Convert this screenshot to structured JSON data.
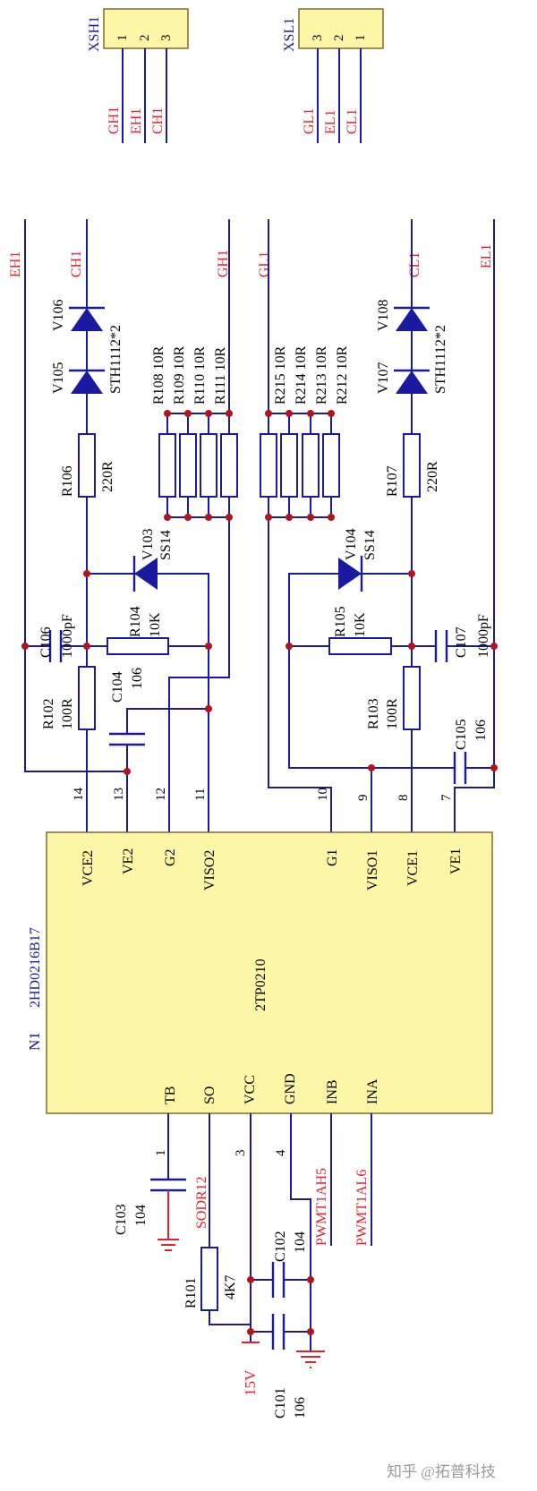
{
  "nets": {
    "xsh1_wires": [
      "GH1",
      "EH1",
      "CH1"
    ],
    "xsl1_wires": [
      "GL1",
      "EL1",
      "CL1"
    ],
    "top": [
      "EH1",
      "CH1",
      "GH1",
      "GL1",
      "CL1",
      "EL1"
    ],
    "bottom": [
      "15V",
      "SODR12",
      "PWMT1AH5",
      "PWMT1AL6"
    ]
  },
  "connectors": [
    {
      "ref": "XSH1",
      "pins": [
        "1",
        "2",
        "3"
      ]
    },
    {
      "ref": "XSL1",
      "pins": [
        "3",
        "2",
        "1"
      ]
    }
  ],
  "chip": {
    "ref": "N1",
    "part": "2HD0216B17",
    "core": "2TP0210",
    "top_pins": [
      {
        "num": "14",
        "name": "VCE2"
      },
      {
        "num": "13",
        "name": "VE2"
      },
      {
        "num": "12",
        "name": "G2"
      },
      {
        "num": "11",
        "name": "VISO2"
      },
      {
        "num": "10",
        "name": "G1"
      },
      {
        "num": "9",
        "name": "VISO1"
      },
      {
        "num": "8",
        "name": "VCE1"
      },
      {
        "num": "7",
        "name": "VE1"
      }
    ],
    "bottom_pins": [
      {
        "num": "1",
        "name": "TB"
      },
      {
        "num": "",
        "name": "SO"
      },
      {
        "num": "3",
        "name": "VCC"
      },
      {
        "num": "4",
        "name": "GND"
      },
      {
        "num": "",
        "name": "INB"
      },
      {
        "num": "",
        "name": "INA"
      }
    ]
  },
  "components": {
    "V105": "V105",
    "V106": "V106",
    "STH_hi": "STH1112*2",
    "V107": "V107",
    "V108": "V108",
    "STH_lo": "STH1112*2",
    "R106": "R106",
    "R106v": "220R",
    "R107": "R107",
    "R107v": "220R",
    "R108": "R108 10R",
    "R109": "R109 10R",
    "R110": "R110 10R",
    "R111": "R111 10R",
    "R215": "R215 10R",
    "R214": "R214 10R",
    "R213": "R213 10R",
    "R212": "R212 10R",
    "V103": "V103",
    "SS14a": "SS14",
    "V104": "V104",
    "SS14b": "SS14",
    "C106": "C106",
    "C106v": "1000pF",
    "C107": "C107",
    "C107v": "1000pF",
    "R104": "R104",
    "R104v": "10K",
    "R105": "R105",
    "R105v": "10K",
    "R102": "R102",
    "R102v": "100R",
    "R103": "R103",
    "R103v": "100R",
    "C104": "C104",
    "C104v": "106",
    "C105": "C105",
    "C105v": "106",
    "C103": "C103",
    "C103v": "104",
    "R101": "R101",
    "R101v": "4K7",
    "C102": "C102",
    "C102v": "104",
    "C101": "C101",
    "C101v": "106"
  },
  "watermark": "知乎 @拓普科技",
  "colors": {
    "wire": "#1a1aa0",
    "net_label": "#e8202a",
    "chip_fill": "#fbf7a6",
    "junction": "#b3141c"
  }
}
